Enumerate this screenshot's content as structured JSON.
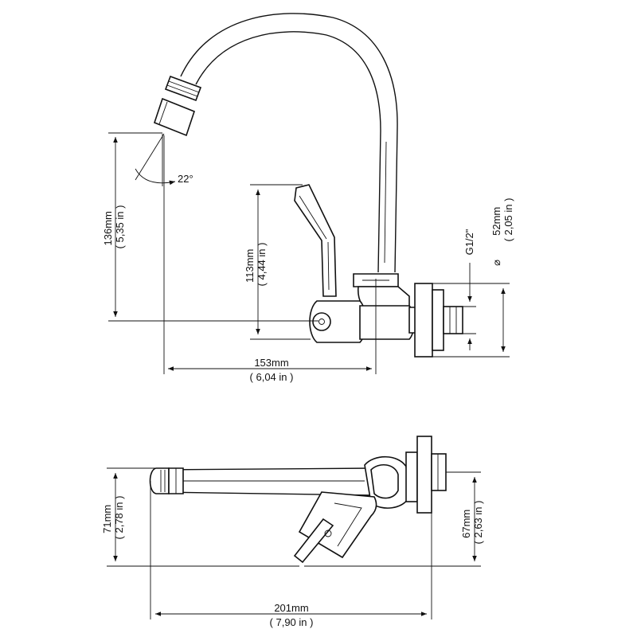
{
  "front_view": {
    "angle": "22°",
    "height_136": {
      "mm": "136mm",
      "in": "( 5,35 in )"
    },
    "height_113": {
      "mm": "113mm",
      "in": "( 4,44 in )"
    },
    "width_153": {
      "mm": "153mm",
      "in": "( 6,04 in )"
    },
    "diameter": {
      "symbol": "⌀",
      "mm": "52mm",
      "in": "( 2,05 in )"
    },
    "thread": "G1/2\""
  },
  "top_view": {
    "depth_71": {
      "mm": "71mm",
      "in": "( 2,78 in )"
    },
    "depth_67": {
      "mm": "67mm",
      "in": "( 2,63 in )"
    },
    "width_201": {
      "mm": "201mm",
      "in": "( 7,90 in )"
    }
  }
}
